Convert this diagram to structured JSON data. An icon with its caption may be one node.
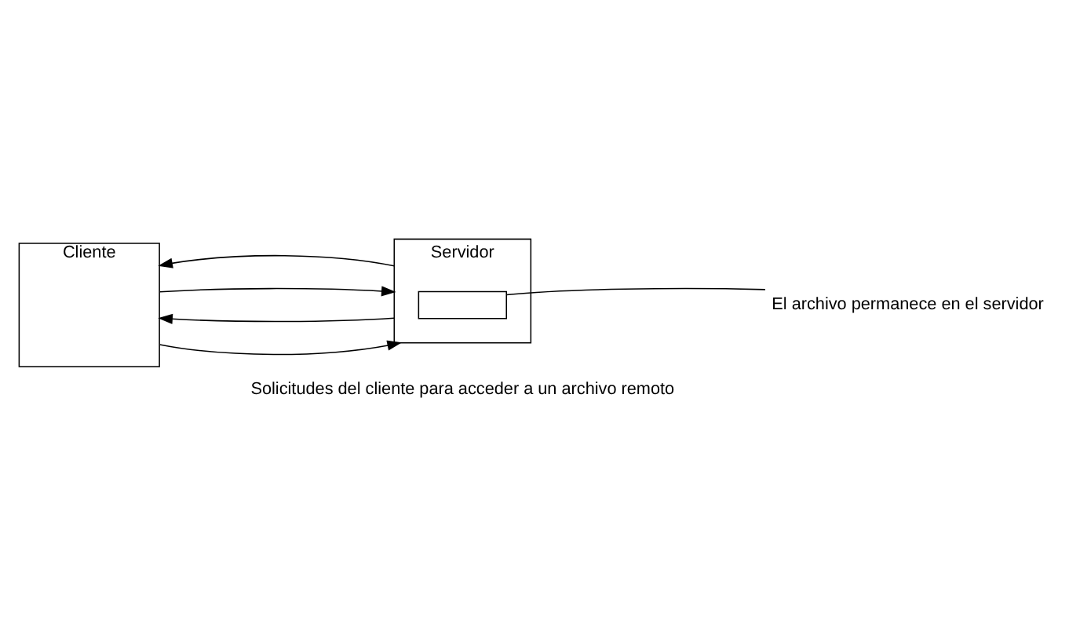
{
  "diagram": {
    "nodes": [
      {
        "text": [
          "Cliente"
        ]
      },
      {
        "text": [
          "Servidor"
        ]
      },
      {
        "text": [],
        "shape": "box",
        "in": 1
      },
      {
        "text": [
          "El archivo permanece en el servidor"
        ]
      }
    ],
    "edges": [
      {
        "from": 0,
        "to": 1,
        "arrow": "to"
      },
      {
        "from": 1,
        "to": 0,
        "arrow": "to"
      },
      {
        "from": 0,
        "to": 1,
        "arrow": "to"
      },
      {
        "from": 1,
        "to": 0,
        "arrow": "to"
      },
      {
        "from": 3,
        "to": 2,
        "arrow": "none"
      }
    ],
    "labels": [
      "Solicitudes del cliente para acceder a un archivo remoto"
    ]
  }
}
